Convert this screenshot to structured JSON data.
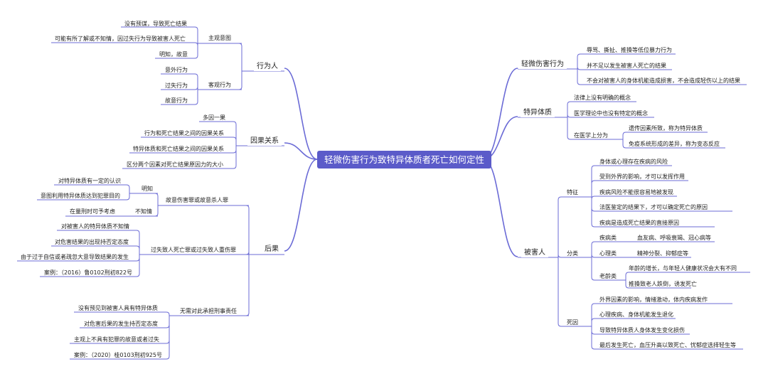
{
  "central": "轻微伤害行为致特异体质者死亡如何定性",
  "left": {
    "actor": {
      "label": "行为人",
      "subjective": {
        "label": "主观意图",
        "items": [
          "没有预谋，导致死亡结果",
          "可能有所了解或不知情，因过失行为导致被害人死亡",
          "明知，故意"
        ]
      },
      "objective": {
        "label": "客观行为",
        "items": [
          "意外行为",
          "过失行为",
          "故意行为"
        ]
      }
    },
    "causation": {
      "label": "因果关系",
      "items": [
        "多因一果",
        "行为和死亡结果之间的因果关系",
        "特异体质和死亡结果之间的因果关系",
        "区分两个因素对死亡结果原因力的大小"
      ]
    },
    "consequence": {
      "label": "后果",
      "intentional": {
        "label": "故意伤害罪或故意杀人罪",
        "knowing": {
          "label": "明知",
          "items": [
            "对特异体质有一定的认识",
            "意图利用特异体质达到犯罪目的"
          ]
        },
        "unknowing": {
          "label": "不知情",
          "items": [
            "在量刑时可予考虑"
          ]
        }
      },
      "negligent": {
        "label": "过失致人死亡罪或过失致人重伤罪",
        "items": [
          "对被害人的特异体质不知情",
          "对危害结果的出现持否定态度",
          "由于过于自信或者疏忽大意导致结果的发生",
          "案例：（2016）鲁0102刑初822号"
        ]
      },
      "none": {
        "label": "无需对此承担刑事责任",
        "items": [
          "没有预见到被害人具有特异体质",
          "对危害后果的发生持否定态度",
          "主观上不具有犯罪的故意或者过失",
          "案例：（2020）桂0103刑初925号"
        ]
      }
    }
  },
  "right": {
    "minor": {
      "label": "轻微伤害行为",
      "items": [
        "辱骂、撕扯、推搡等低位暴力行为",
        "并不足以发生被害人死亡的结果",
        "不会对被害人的身体机能造成损害，不会造成轻伤以上的结果"
      ]
    },
    "special": {
      "label": "特异体质",
      "items": [
        "法律上没有明确的概念",
        "医学理论中也没有特定的概念"
      ],
      "medical": {
        "label": "在医学上分为",
        "items": [
          "遗传因素所致，称为特异体质",
          "免疫系统形成的差异，称为变态反应"
        ]
      }
    },
    "victim": {
      "label": "被害人",
      "features": {
        "label": "特征",
        "items": [
          "身体或心理存在疾病的风险",
          "受到外界的影响，才可以发挥作用",
          "疾病风险不能很容易地被发现",
          "法医鉴定的结果下，才可以确定死亡的原因",
          "疾病是造成死亡结果的直接原因"
        ]
      },
      "classification": {
        "label": "分类",
        "disease": {
          "label": "疾病类",
          "item": "血友病、呼吸衰竭、冠心病等"
        },
        "mental": {
          "label": "心理类",
          "item": "精神分裂、抑郁症等"
        },
        "elderly": {
          "label": "老龄类",
          "items": [
            "年龄的增长，与年轻人健康状况会大有不同",
            "推搡致老人跌倒，诱发死亡"
          ]
        }
      },
      "cause": {
        "label": "死因",
        "items": [
          "外界因素的影响，情绪激动，体内疾病发作",
          "心理疾病、身体机能发生退化",
          "导致特异体质人身体发生变化损伤",
          "最后发生死亡，血压升高以致死亡、忧郁症选择轻生等"
        ]
      }
    }
  },
  "colors": {
    "central_bg": "#5b5bc9",
    "line": "#6b6bd6",
    "text": "#222222"
  }
}
